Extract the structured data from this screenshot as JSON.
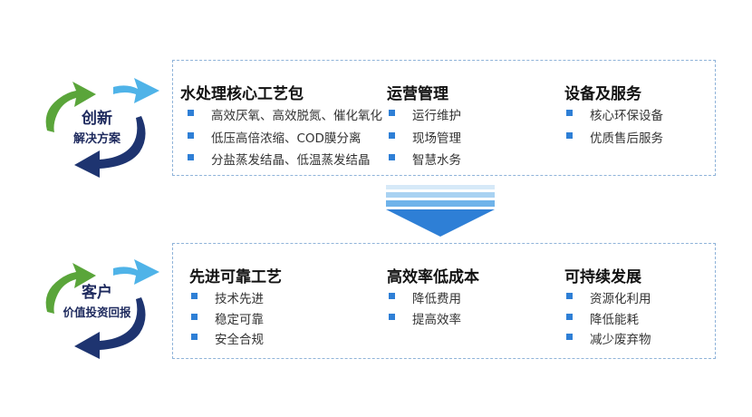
{
  "top": {
    "cycle_line1": "创新",
    "cycle_line2": "解决方案",
    "columns": [
      {
        "title": "水处理核心工艺包",
        "items": [
          "高效厌氧、高效脱氮、催化氧化",
          "低压高倍浓缩、COD膜分离",
          "分盐蒸发结晶、低温蒸发结晶"
        ]
      },
      {
        "title": "运营管理",
        "items": [
          "运行维护",
          "现场管理",
          "智慧水务"
        ]
      },
      {
        "title": "设备及服务",
        "items": [
          "核心环保设备",
          "优质售后服务"
        ]
      }
    ]
  },
  "bottom": {
    "cycle_line1": "客户",
    "cycle_line2": "价值投资回报",
    "columns": [
      {
        "title": "先进可靠工艺",
        "items": [
          "技术先进",
          "稳定可靠",
          "安全合规"
        ]
      },
      {
        "title": "高效率低成本",
        "items": [
          "降低费用",
          "提高效率"
        ]
      },
      {
        "title": "可持续发展",
        "items": [
          "资源化利用",
          "降低能耗",
          "减少废弃物"
        ]
      }
    ]
  },
  "colors": {
    "accent": "#2e7fd6",
    "green": "#5aa53a",
    "light_blue": "#4fb3e8",
    "navy": "#1e3470"
  }
}
